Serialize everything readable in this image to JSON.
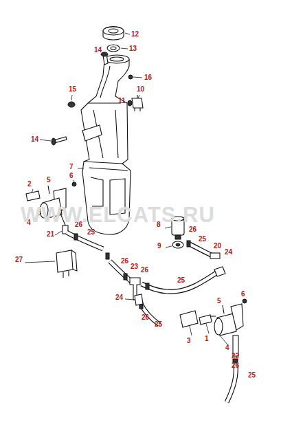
{
  "diagram": {
    "labels": [
      "12",
      "13",
      "14",
      "16",
      "15",
      "10",
      "11",
      "14",
      "7",
      "2",
      "5",
      "6",
      "4",
      "26",
      "25",
      "21",
      "8",
      "9",
      "26",
      "25",
      "20",
      "24",
      "27",
      "26",
      "23",
      "26",
      "25",
      "24",
      "26",
      "25",
      "5",
      "6",
      "3",
      "1",
      "4",
      "22",
      "26",
      "25",
      "WWW.ELCATS.RU"
    ]
  }
}
